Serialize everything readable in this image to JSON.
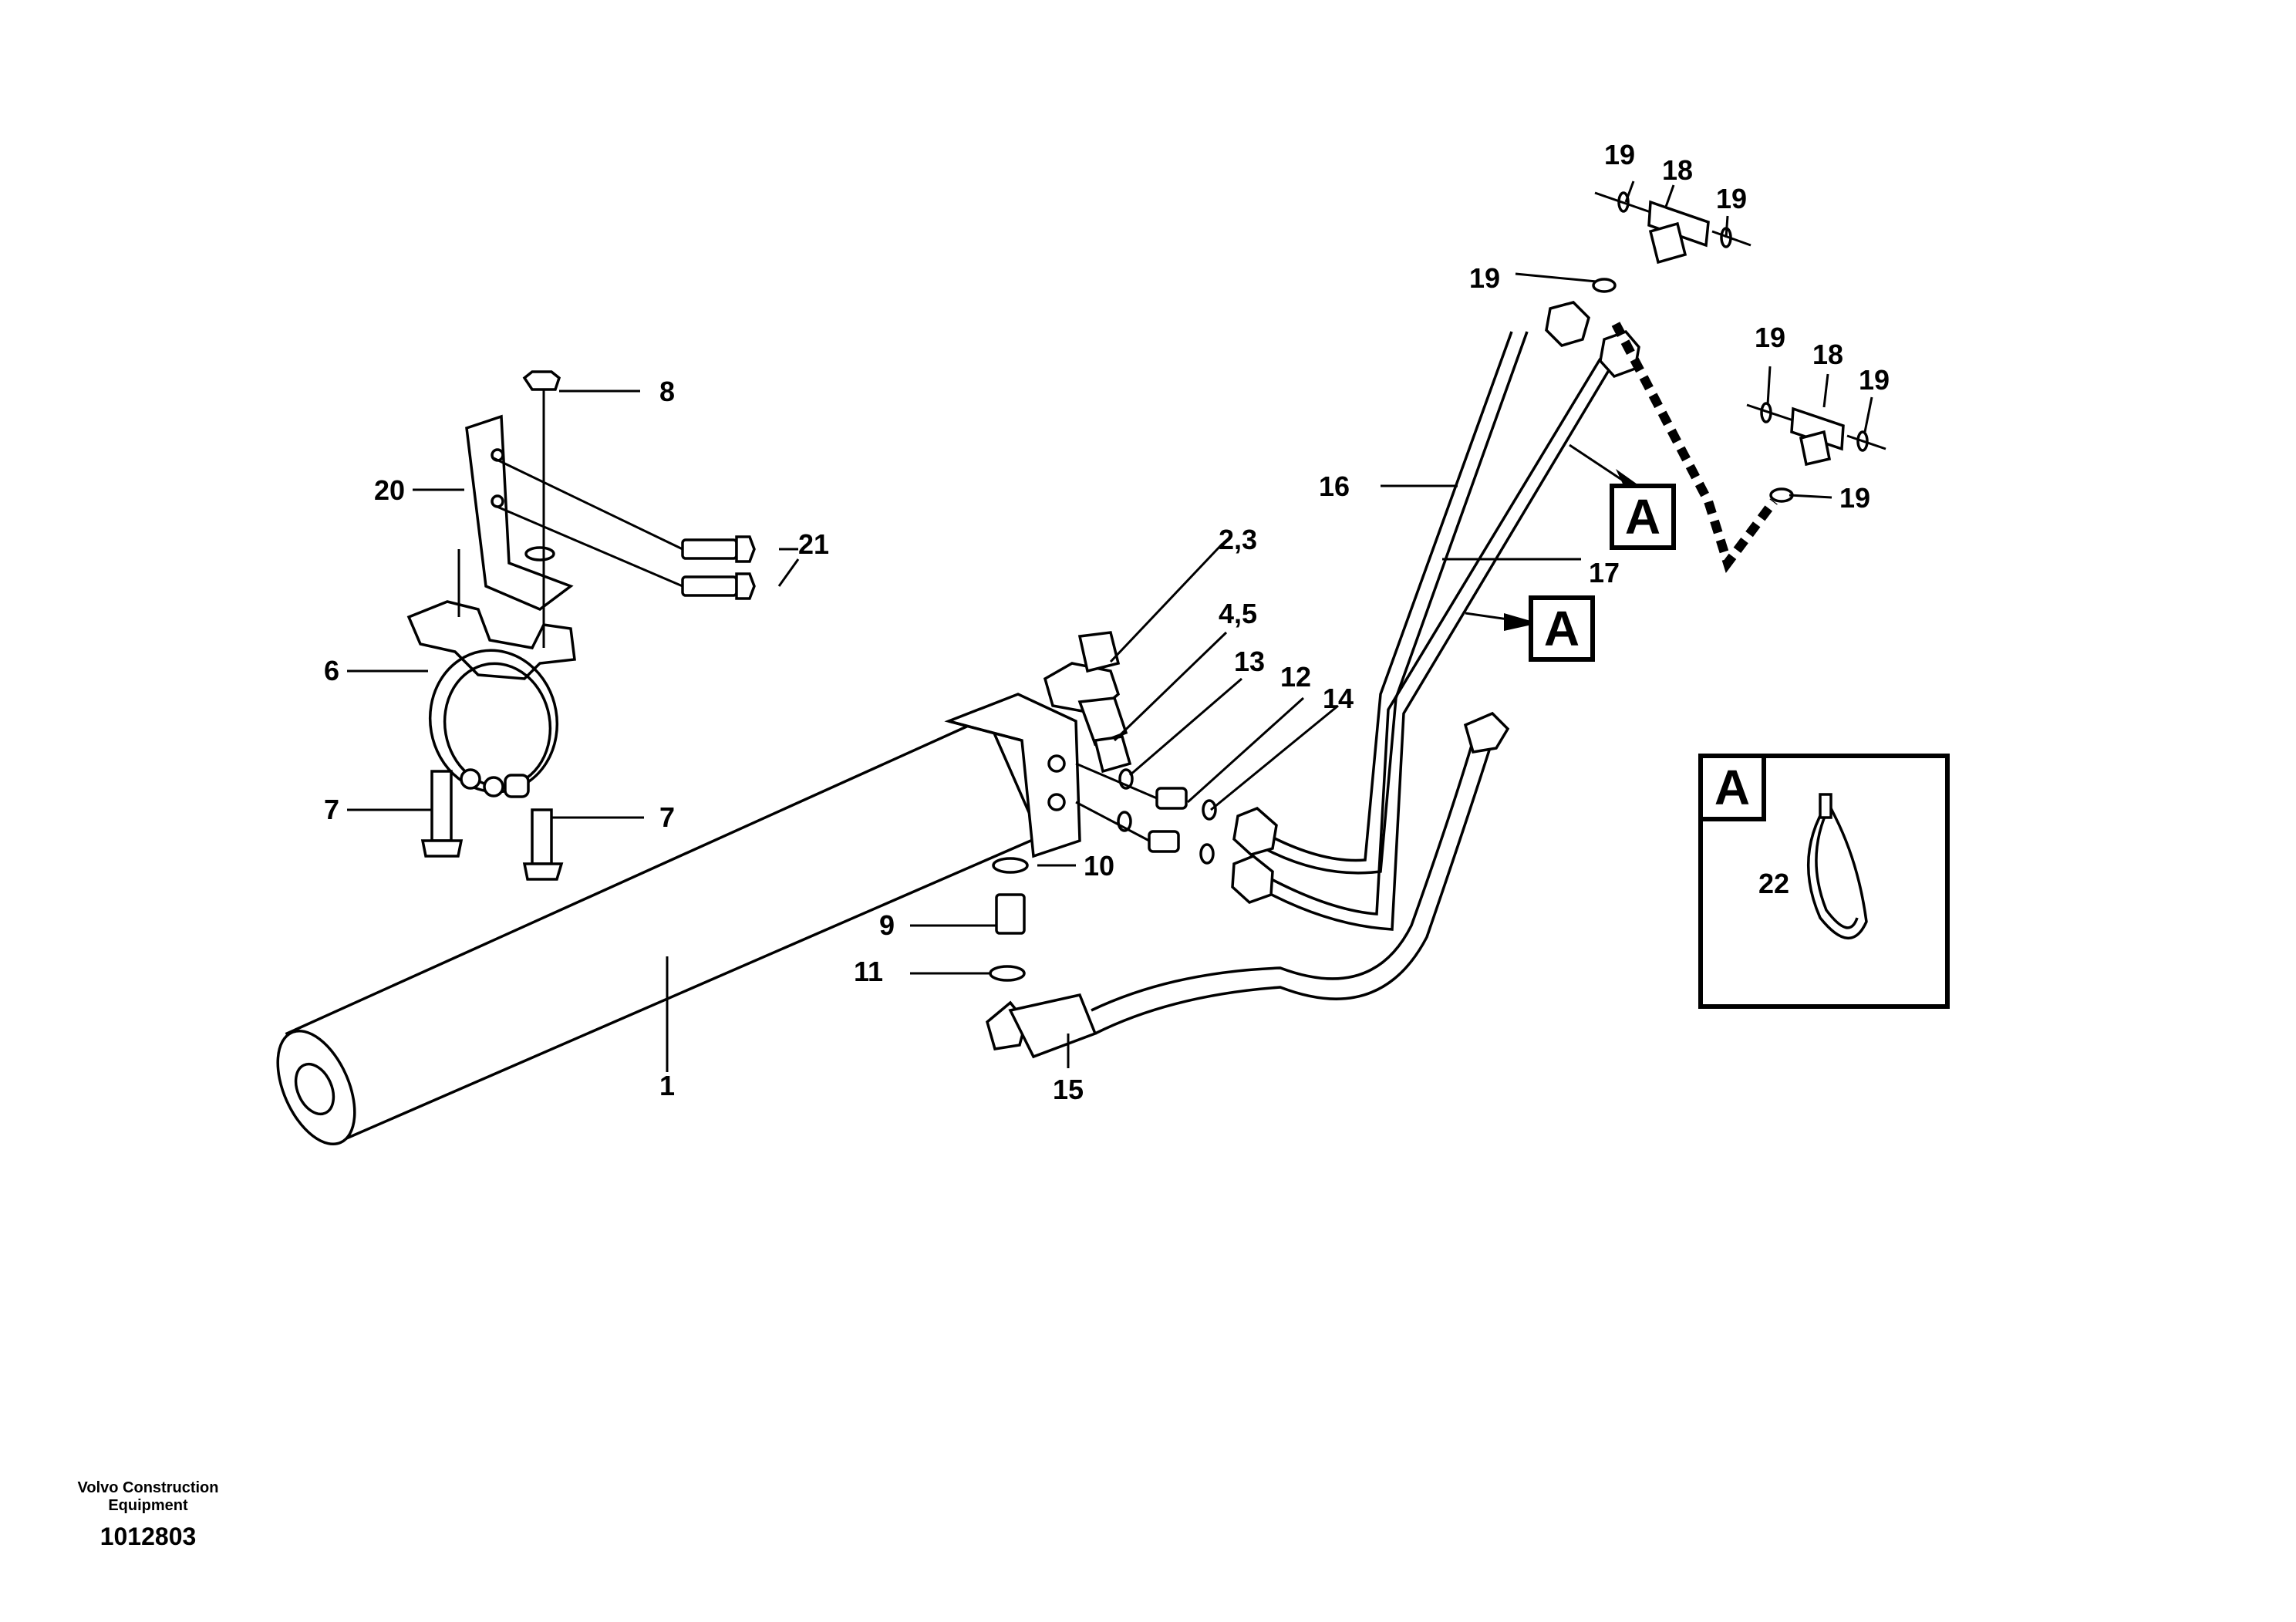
{
  "callouts": {
    "c1": "1",
    "c23": "2,3",
    "c45": "4,5",
    "c6": "6",
    "c7a": "7",
    "c7b": "7",
    "c8": "8",
    "c9": "9",
    "c10": "10",
    "c11": "11",
    "c12": "12",
    "c13": "13",
    "c14": "14",
    "c15": "15",
    "c16": "16",
    "c17": "17",
    "c18a": "18",
    "c18b": "18",
    "c19a": "19",
    "c19b": "19",
    "c19c": "19",
    "c19d": "19",
    "c19e": "19",
    "c19f": "19",
    "c20": "20",
    "c21": "21",
    "c22": "22"
  },
  "detail_markers": {
    "marker1": "A",
    "marker2": "A",
    "detail_box": "A"
  },
  "footer": {
    "company_line1": "Volvo Construction",
    "company_line2": "Equipment",
    "drawing_number": "1012803"
  }
}
